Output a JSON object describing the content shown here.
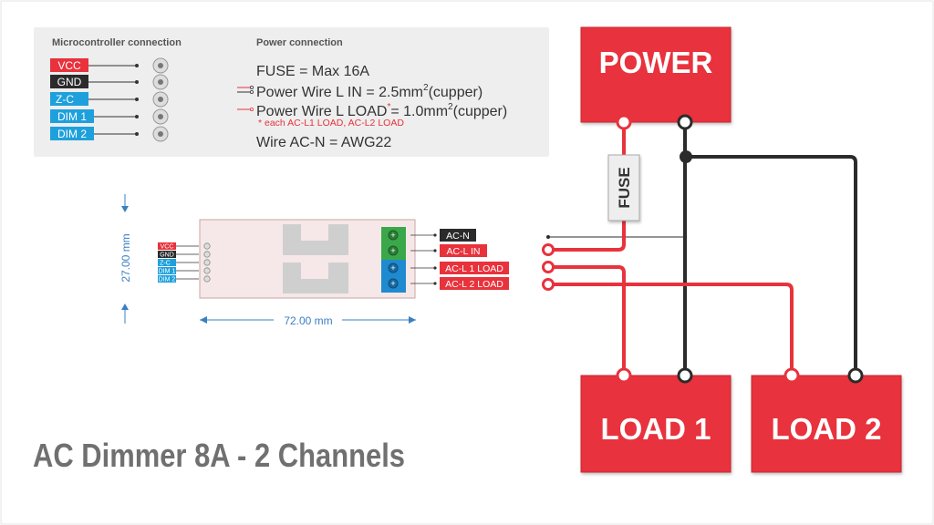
{
  "title": "AC Dimmer 8A - 2 Channels",
  "info": {
    "mcu_heading": "Microcontroller connection",
    "power_heading": "Power connection",
    "pins": [
      {
        "label": "VCC",
        "color": "#e8323c"
      },
      {
        "label": "GND",
        "color": "#2b2b2b"
      },
      {
        "label": "Z-C",
        "color": "#1ea0dc"
      },
      {
        "label": "DIM 1",
        "color": "#1ea0dc"
      },
      {
        "label": "DIM 2",
        "color": "#1ea0dc"
      }
    ],
    "fuse_line": "FUSE = Max 16A",
    "wire_in_text": "Power Wire L IN = 2.5mm",
    "wire_in_sup": "2",
    "wire_in_suffix": "(cupper)",
    "wire_load_text": "Power Wire L LOAD",
    "wire_load_star": "*",
    "wire_load_eq": "= 1.0mm",
    "wire_load_sup": "2",
    "wire_load_suffix": "(cupper)",
    "note": "* each AC-L1 LOAD, AC-L2 LOAD",
    "wire_n": "Wire AC-N = AWG22"
  },
  "module": {
    "height_dim": "27.00 mm",
    "width_dim": "72.00 mm",
    "pins": [
      "VCC",
      "GND",
      "Z-C",
      "DIM 1",
      "DIM 2"
    ],
    "terminals": [
      {
        "label": "AC-N",
        "color": "#2b2b2b"
      },
      {
        "label": "AC-L IN",
        "color": "#e8323c"
      },
      {
        "label": "AC-L 1 LOAD",
        "color": "#e8323c"
      },
      {
        "label": "AC-L 2 LOAD",
        "color": "#e8323c"
      }
    ]
  },
  "wiring": {
    "power_label": "POWER",
    "fuse_label": "FUSE",
    "load1_label": "LOAD 1",
    "load2_label": "LOAD 2"
  },
  "colors": {
    "red": "#e8323c",
    "dark": "#2b2b2b",
    "blue": "#1ea0dc",
    "green": "#3aa84a",
    "panel": "#eeeeee",
    "dim": "#3a7fc4"
  }
}
